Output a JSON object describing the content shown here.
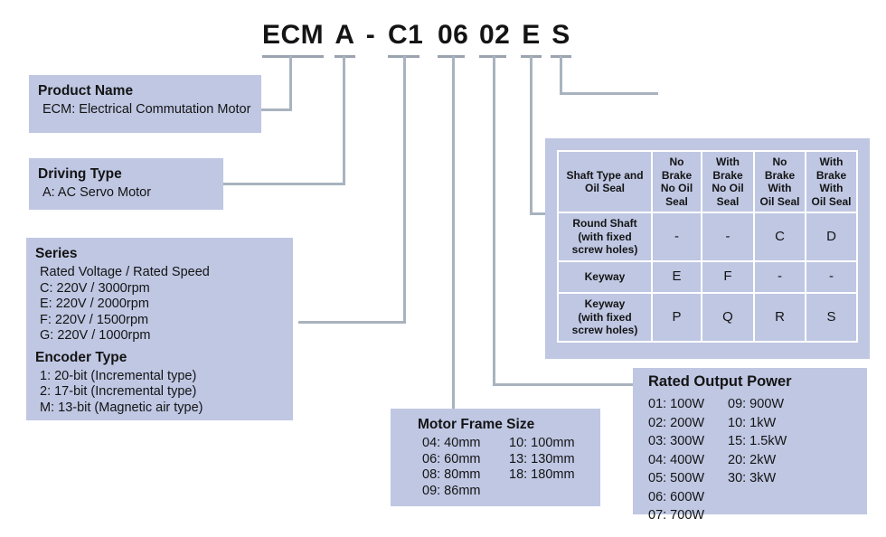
{
  "title": {
    "segments": [
      {
        "text": "ECM"
      },
      {
        "text": "A"
      },
      {
        "text": "-"
      },
      {
        "text": "C1"
      },
      {
        "text": "06"
      },
      {
        "text": "02"
      },
      {
        "text": "E"
      },
      {
        "text": "S"
      }
    ]
  },
  "boxes": {
    "product_name": {
      "title": "Product Name",
      "lines": [
        "ECM: Electrical Commutation Motor"
      ]
    },
    "driving_type": {
      "title": "Driving Type",
      "lines": [
        "A: AC Servo Motor"
      ]
    },
    "series": {
      "title": "Series",
      "lines": [
        "Rated Voltage / Rated Speed",
        "C: 220V / 3000rpm",
        "E: 220V / 2000rpm",
        "F: 220V / 1500rpm",
        "G: 220V / 1000rpm"
      ],
      "subtitle": "Encoder Type",
      "sub_lines": [
        "1: 20-bit (Incremental type)",
        "2: 17-bit (Incremental type)",
        "M: 13-bit (Magnetic air type)"
      ]
    },
    "motor_frame_size": {
      "title": "Motor Frame Size",
      "col1": [
        "04: 40mm",
        "06: 60mm",
        "08: 80mm",
        "09: 86mm"
      ],
      "col2": [
        "10: 100mm",
        "13: 130mm",
        "18: 180mm"
      ]
    },
    "rated_output_power": {
      "title": "Rated Output Power",
      "col1": [
        "01: 100W",
        "02: 200W",
        "03: 300W",
        "04: 400W",
        "05: 500W",
        "06: 600W",
        "07: 700W"
      ],
      "col2": [
        "09: 900W",
        "10: 1kW",
        "15: 1.5kW",
        "20: 2kW",
        "30: 3kW"
      ]
    }
  },
  "shaft_table": {
    "header": [
      "Shaft Type and\nOil Seal",
      "No\nBrake\nNo Oil\nSeal",
      "With\nBrake\nNo Oil\nSeal",
      "No\nBrake\nWith\nOil Seal",
      "With\nBrake\nWith\nOil Seal"
    ],
    "rows": [
      {
        "label": "Round Shaft\n(with fixed\nscrew holes)",
        "values": [
          "-",
          "-",
          "C",
          "D"
        ]
      },
      {
        "label": "Keyway",
        "values": [
          "E",
          "F",
          "-",
          "-"
        ]
      },
      {
        "label": "Keyway\n(with fixed\nscrew holes)",
        "values": [
          "P",
          "Q",
          "R",
          "S"
        ]
      }
    ]
  },
  "colors": {
    "box_fill": "#bfc7e3",
    "line": "#a9b3bf",
    "underline": "#9aa3af",
    "text": "#141414"
  }
}
